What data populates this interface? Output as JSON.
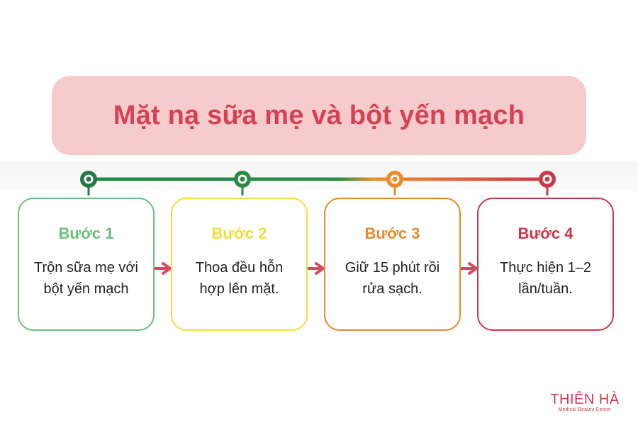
{
  "title": "Mặt nạ sữa mẹ và bột yến mạch",
  "colors": {
    "step1": "#6cc07a",
    "step2": "#f1de3b",
    "step3": "#e58b2a",
    "step4": "#c9384a",
    "title_text": "#d64155",
    "title_bg": "#f5cbcb",
    "arrow": "#d64a63"
  },
  "steps": [
    {
      "heading": "Bước 1",
      "text": "Trộn sữa mẹ với bột yến mạch"
    },
    {
      "heading": "Bước 2",
      "text": "Thoa đều hỗn hợp lên mặt."
    },
    {
      "heading": "Bước 3",
      "text": "Giữ 15 phút rồi rửa sạch."
    },
    {
      "heading": "Bước 4",
      "text": "Thực hiện 1–2 lần/tuần."
    }
  ],
  "logo": {
    "brand": "THIÊN HÀ",
    "tagline": "Medical Beauty Center"
  }
}
